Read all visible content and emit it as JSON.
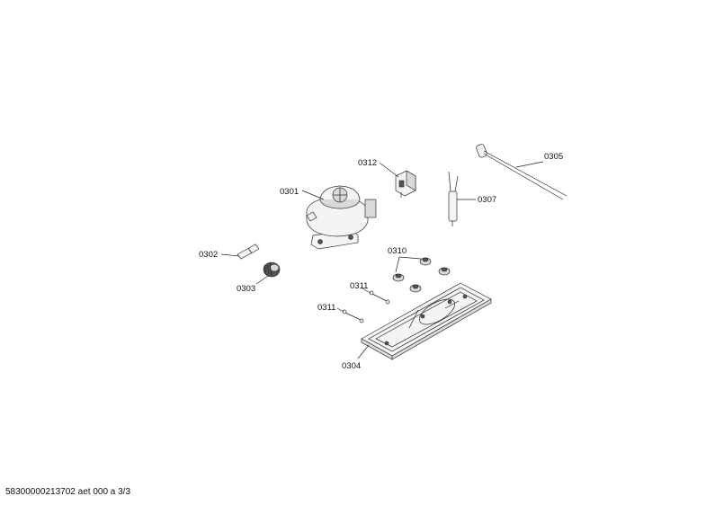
{
  "labels": {
    "c0301": "0301",
    "c0302": "0302",
    "c0303": "0303",
    "c0304": "0304",
    "c0305": "0305",
    "c0307": "0307",
    "c0310": "0310",
    "c0311a": "0311",
    "c0311b": "0311",
    "c0312": "0312"
  },
  "footer": "58300000213702 aet 000 a 3/3"
}
